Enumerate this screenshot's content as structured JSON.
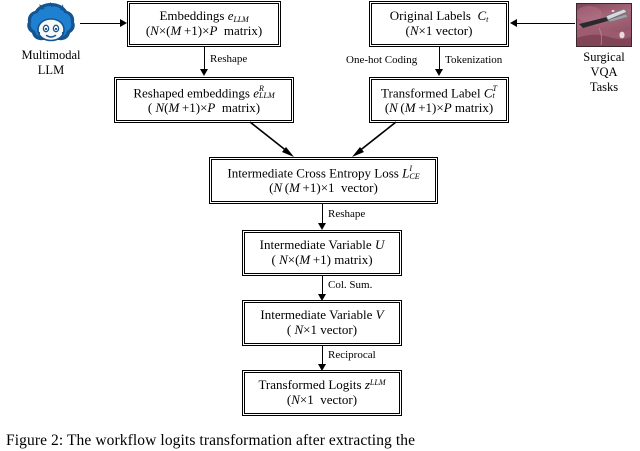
{
  "figure": {
    "caption": "Figure 2: The workflow logits transformation after extracting the"
  },
  "sources": {
    "llm": {
      "icon": "multimodal-llm-mascot",
      "label_line1": "Multimodal",
      "label_line2": "LLM",
      "color": "#1f7fd0",
      "color_dark": "#14548f"
    },
    "vqa": {
      "icon": "surgical-endoscopy-thumbnail",
      "label_line1": "Surgical",
      "label_line2": "VQA",
      "label_line3": "Tasks"
    }
  },
  "nodes": {
    "embeddings": {
      "title_text": "Embeddings e",
      "title_sub": "LLM",
      "shape_text": "( N × ( M +1) × P  matrix)"
    },
    "reshaped_embeddings": {
      "title_text": "Reshaped embeddings e",
      "title_sup": "R",
      "title_sub": "LLM",
      "shape_text": "( N ( M +1) × P  matrix)"
    },
    "original_labels": {
      "title_text": "Original Labels  C",
      "title_sub": "t",
      "shape_text": "( N × 1 vector)"
    },
    "transformed_label": {
      "title_text": "Transformed Label C",
      "title_sup": "T",
      "title_sub": "t",
      "shape_text": "( N ( M +1) × P matrix)"
    },
    "ice_loss": {
      "title_text": "Intermediate Cross Entropy Loss L",
      "title_sup": "I",
      "title_sub": "CE",
      "shape_text": "( N ( M +1) × 1  vector)"
    },
    "variable_u": {
      "title_text": "Intermediate Variable U",
      "shape_text": "(  N × ( M +1) matrix)"
    },
    "variable_v": {
      "title_text": "Intermediate Variable V",
      "shape_text": "( N × 1 vector)"
    },
    "transformed_logits": {
      "title_text": "Transformed Logits z",
      "title_sup": "LLM",
      "shape_text": "( N × 1  vector)"
    }
  },
  "edges": {
    "reshape_left": "Reshape",
    "onehot": "One-hot Coding",
    "tokenization": "Tokenization",
    "reshape_mid": "Reshape",
    "col_sum": "Col. Sum.",
    "reciprocal": "Reciprocal"
  }
}
